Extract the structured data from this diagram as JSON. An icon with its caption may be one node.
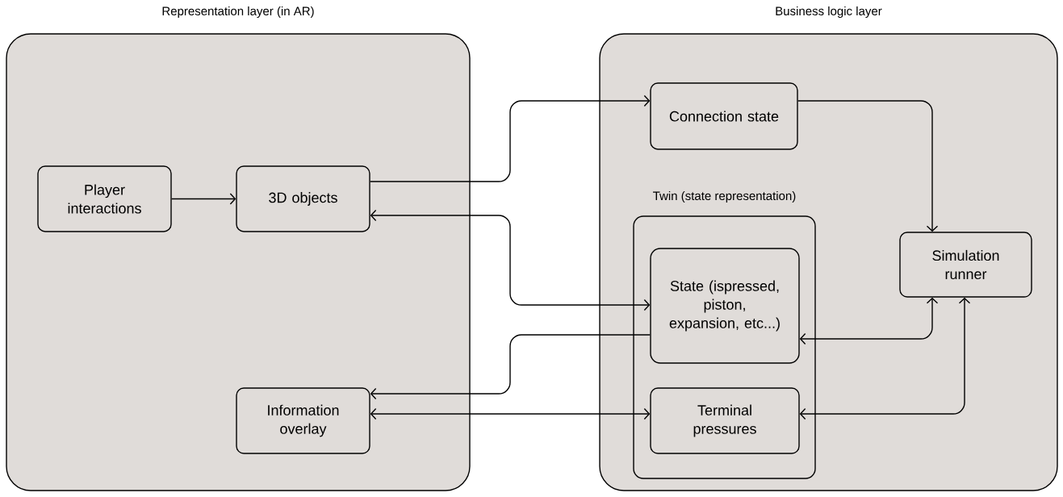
{
  "diagram": {
    "nodes": [
      {
        "text": [
          "Representation layer (in AR)"
        ]
      },
      {
        "text": [
          "Business logic layer"
        ]
      },
      {
        "text": [
          "Player interactions"
        ],
        "in": 0
      },
      {
        "text": [
          "3D objects"
        ],
        "in": 0
      },
      {
        "text": [
          "Information overlay"
        ],
        "in": 0
      },
      {
        "text": [
          "Connection state"
        ],
        "in": 1
      },
      {
        "text": [
          "Twin (state representation)"
        ],
        "in": 1
      },
      {
        "text": [
          "State (ispressed, piston, expansion, etc...)"
        ],
        "in": 6
      },
      {
        "text": [
          "Terminal pressures"
        ],
        "in": 6
      },
      {
        "text": [
          "Simulation runner"
        ],
        "in": 1
      }
    ],
    "edges": [
      {
        "from": 2,
        "to": 3,
        "arrow": "to"
      },
      {
        "from": 3,
        "to": 5,
        "arrow": "to"
      },
      {
        "from": 5,
        "to": 9,
        "arrow": "to"
      },
      {
        "from": 7,
        "to": 3,
        "arrow": "both"
      },
      {
        "from": 7,
        "to": 4,
        "arrow": "to"
      },
      {
        "from": 4,
        "to": 8,
        "arrow": "both"
      },
      {
        "from": 7,
        "to": 9,
        "arrow": "both"
      },
      {
        "from": 8,
        "to": 9,
        "arrow": "both"
      }
    ]
  }
}
